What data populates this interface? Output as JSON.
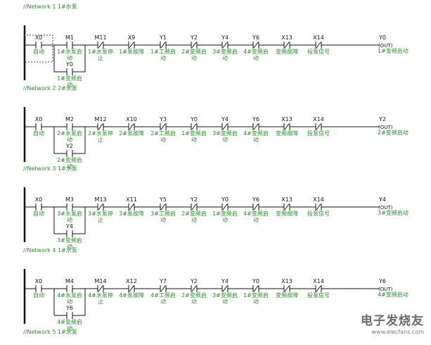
{
  "networks": [
    {
      "title": "//Network 1  1#水泵",
      "selected_first": true,
      "contacts": [
        {
          "addr": "X0",
          "type": "NO",
          "cmt": [
            "自动"
          ]
        },
        {
          "addr": "M1",
          "type": "NO",
          "cmt": [
            "1#水泵启",
            "动"
          ]
        },
        {
          "addr": "M11",
          "type": "NC",
          "cmt": [
            "1#水泵停",
            "止"
          ]
        },
        {
          "addr": "X9",
          "type": "NC",
          "cmt": [
            "1#泵故障"
          ]
        },
        {
          "addr": "Y1",
          "type": "NC",
          "cmt": [
            "1#工频启",
            "动"
          ]
        },
        {
          "addr": "Y2",
          "type": "NC",
          "cmt": [
            "2#变频启",
            "动"
          ]
        },
        {
          "addr": "Y4",
          "type": "NC",
          "cmt": [
            "3#变频启",
            "动"
          ]
        },
        {
          "addr": "Y6",
          "type": "NC",
          "cmt": [
            "4#变频启",
            "动"
          ]
        },
        {
          "addr": "X13",
          "type": "NC",
          "cmt": [
            "变频故障"
          ]
        },
        {
          "addr": "X14",
          "type": "NC",
          "cmt": [
            "投泵信号"
          ]
        }
      ],
      "branch": {
        "addr": "Y0",
        "cmt": [
          "1#变频启",
          "动"
        ]
      },
      "coil": {
        "addr": "Y0",
        "label": "(OUT)",
        "cmt": "1#变频启动"
      }
    },
    {
      "title": "//Network 2  2#水泵",
      "selected_first": false,
      "contacts": [
        {
          "addr": "X0",
          "type": "NO",
          "cmt": [
            "自动"
          ]
        },
        {
          "addr": "M2",
          "type": "NO",
          "cmt": [
            "2#水泵启",
            "动"
          ]
        },
        {
          "addr": "M12",
          "type": "NC",
          "cmt": [
            "2#水泵停",
            "止"
          ]
        },
        {
          "addr": "X10",
          "type": "NC",
          "cmt": [
            "2#泵故障"
          ]
        },
        {
          "addr": "Y3",
          "type": "NC",
          "cmt": [
            "2#工频启",
            "动"
          ]
        },
        {
          "addr": "Y0",
          "type": "NC",
          "cmt": [
            "1#变频启",
            "动"
          ]
        },
        {
          "addr": "Y4",
          "type": "NC",
          "cmt": [
            "3#变频启",
            "动"
          ]
        },
        {
          "addr": "Y6",
          "type": "NC",
          "cmt": [
            "4#变频启",
            "动"
          ]
        },
        {
          "addr": "X13",
          "type": "NC",
          "cmt": [
            "变频故障"
          ]
        },
        {
          "addr": "X14",
          "type": "NC",
          "cmt": [
            "投泵信号"
          ]
        }
      ],
      "branch": {
        "addr": "Y2",
        "cmt": [
          "2#变频启",
          "动"
        ]
      },
      "coil": {
        "addr": "Y2",
        "label": "(OUT)",
        "cmt": "2#变频启动"
      }
    },
    {
      "title": "//Network 3  1#水泵",
      "selected_first": false,
      "contacts": [
        {
          "addr": "X0",
          "type": "NO",
          "cmt": [
            "自动"
          ]
        },
        {
          "addr": "M3",
          "type": "NO",
          "cmt": [
            "3#水泵启",
            "动"
          ]
        },
        {
          "addr": "M13",
          "type": "NC",
          "cmt": [
            "3#水泵停",
            "止"
          ]
        },
        {
          "addr": "X11",
          "type": "NC",
          "cmt": [
            "3#泵故障"
          ]
        },
        {
          "addr": "Y5",
          "type": "NC",
          "cmt": [
            "3#工频启",
            "动"
          ]
        },
        {
          "addr": "Y2",
          "type": "NC",
          "cmt": [
            "2#变频启",
            "动"
          ]
        },
        {
          "addr": "Y0",
          "type": "NC",
          "cmt": [
            "1#变频启",
            "动"
          ]
        },
        {
          "addr": "Y6",
          "type": "NC",
          "cmt": [
            "4#变频启",
            "动"
          ]
        },
        {
          "addr": "X13",
          "type": "NC",
          "cmt": [
            "变频故障"
          ]
        },
        {
          "addr": "X14",
          "type": "NC",
          "cmt": [
            "投泵信号"
          ]
        }
      ],
      "branch": {
        "addr": "Y4",
        "cmt": [
          "3#变频启",
          "动"
        ]
      },
      "coil": {
        "addr": "Y4",
        "label": "(OUT)",
        "cmt": "3#变频启动"
      }
    },
    {
      "title": "//Network 4  1#水泵",
      "selected_first": false,
      "contacts": [
        {
          "addr": "X0",
          "type": "NO",
          "cmt": [
            "自动"
          ]
        },
        {
          "addr": "M4",
          "type": "NO",
          "cmt": [
            "4#水泵启",
            "动"
          ]
        },
        {
          "addr": "M14",
          "type": "NC",
          "cmt": [
            "4#水泵停",
            "止"
          ]
        },
        {
          "addr": "X12",
          "type": "NC",
          "cmt": [
            "4#泵故障"
          ]
        },
        {
          "addr": "Y7",
          "type": "NC",
          "cmt": [
            "4#工频启",
            "动"
          ]
        },
        {
          "addr": "Y2",
          "type": "NC",
          "cmt": [
            "2#变频启",
            "动"
          ]
        },
        {
          "addr": "Y4",
          "type": "NC",
          "cmt": [
            "3#变频启",
            "动"
          ]
        },
        {
          "addr": "Y0",
          "type": "NC",
          "cmt": [
            "1#变频启",
            "动"
          ]
        },
        {
          "addr": "X13",
          "type": "NC",
          "cmt": [
            "变频故障"
          ]
        },
        {
          "addr": "X14",
          "type": "NC",
          "cmt": [
            "投泵信号"
          ]
        }
      ],
      "branch": {
        "addr": "Y6",
        "cmt": [
          "4#变频启",
          "动"
        ]
      },
      "coil": {
        "addr": "Y6",
        "label": "(OUT)",
        "cmt": "4#变频启动"
      }
    }
  ],
  "last_title": "//Network 5  1#水泵",
  "watermark": {
    "brand": "电子发烧友",
    "url": "www.elecfans.com"
  },
  "colors": {
    "comment": "#2b8a2b",
    "wire": "#111111",
    "selection": "#444444"
  }
}
